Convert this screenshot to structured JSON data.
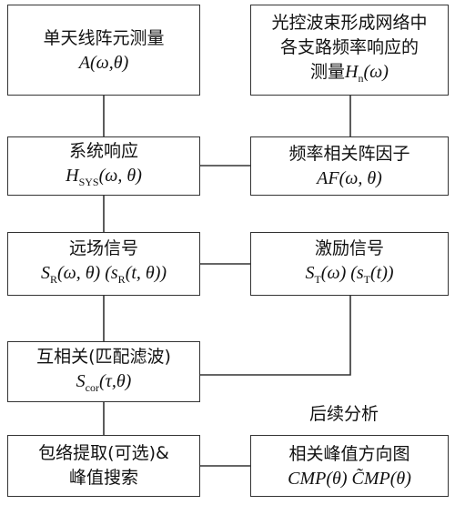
{
  "boxes": {
    "single_antenna": {
      "title": "单天线阵元测量",
      "formula": "A(ω,θ)"
    },
    "optical_control": {
      "line1": "光控波束形成网络中",
      "line2": "各支路频率响应的",
      "line3_text": "测量",
      "line3_formula": "H",
      "line3_sub": "n",
      "line3_tail": "(ω)"
    },
    "system_response": {
      "title": "系统响应",
      "formula_main": "H",
      "formula_sub": "SYS",
      "formula_tail": "(ω, θ)"
    },
    "array_factor": {
      "title": "频率相关阵因子",
      "formula": "AF(ω, θ)"
    },
    "far_field": {
      "title": "远场信号",
      "f1": "S",
      "f1_sub": "R",
      "f1_tail": "(ω, θ) (s",
      "f2_sub": "R",
      "f2_tail": "(t, θ))"
    },
    "excitation": {
      "title": "激励信号",
      "f1": "S",
      "f1_sub": "T",
      "f1_tail": "(ω) (s",
      "f2_sub": "T",
      "f2_tail": "(t))"
    },
    "correlation": {
      "title": "互相关(匹配滤波)",
      "formula_main": "S",
      "formula_sub": "cor",
      "formula_tail": "(τ,θ)"
    },
    "envelope": {
      "line1": "包络提取(可选)&",
      "line2": "峰值搜索"
    },
    "cmp": {
      "title": "相关峰值方向图",
      "formula": "CMP(θ) C͂MP(θ)"
    }
  },
  "labels": {
    "followup": "后续分析"
  }
}
